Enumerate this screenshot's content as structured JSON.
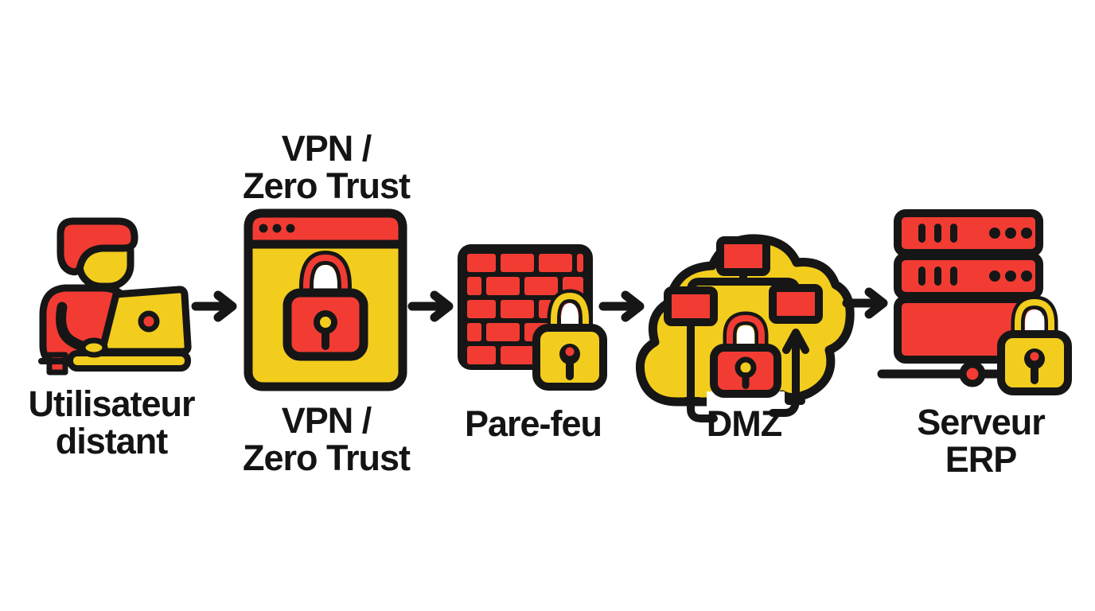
{
  "diagram": {
    "type": "flow",
    "background": "#ffffff",
    "colors": {
      "red": "#f23c33",
      "yellow": "#f3cd1e",
      "outline": "#161616",
      "text": "#141414"
    },
    "nodes": [
      {
        "id": "utilisateur-distant",
        "icon": "person-laptop-icon",
        "label": [
          "Utilisateur",
          "distant"
        ]
      },
      {
        "id": "vpn-zero-trust",
        "icon": "browser-lock-icon",
        "title": [
          "VPN /",
          "Zero Trust"
        ],
        "label": [
          "VPN /",
          "Zero Trust"
        ]
      },
      {
        "id": "pare-feu",
        "icon": "firewall-brick-lock-icon",
        "label": [
          "Pare-feu"
        ]
      },
      {
        "id": "dmz",
        "icon": "cloud-network-lock-icon",
        "label": [
          "DMZ"
        ]
      },
      {
        "id": "serveur-erp",
        "icon": "server-stack-lock-icon",
        "label": [
          "Serveur",
          "ERP"
        ]
      }
    ],
    "connections": [
      {
        "from": "utilisateur-distant",
        "to": "vpn-zero-trust"
      },
      {
        "from": "vpn-zero-trust",
        "to": "pare-feu"
      },
      {
        "from": "pare-feu",
        "to": "dmz"
      },
      {
        "from": "dmz",
        "to": "serveur-erp"
      }
    ]
  }
}
